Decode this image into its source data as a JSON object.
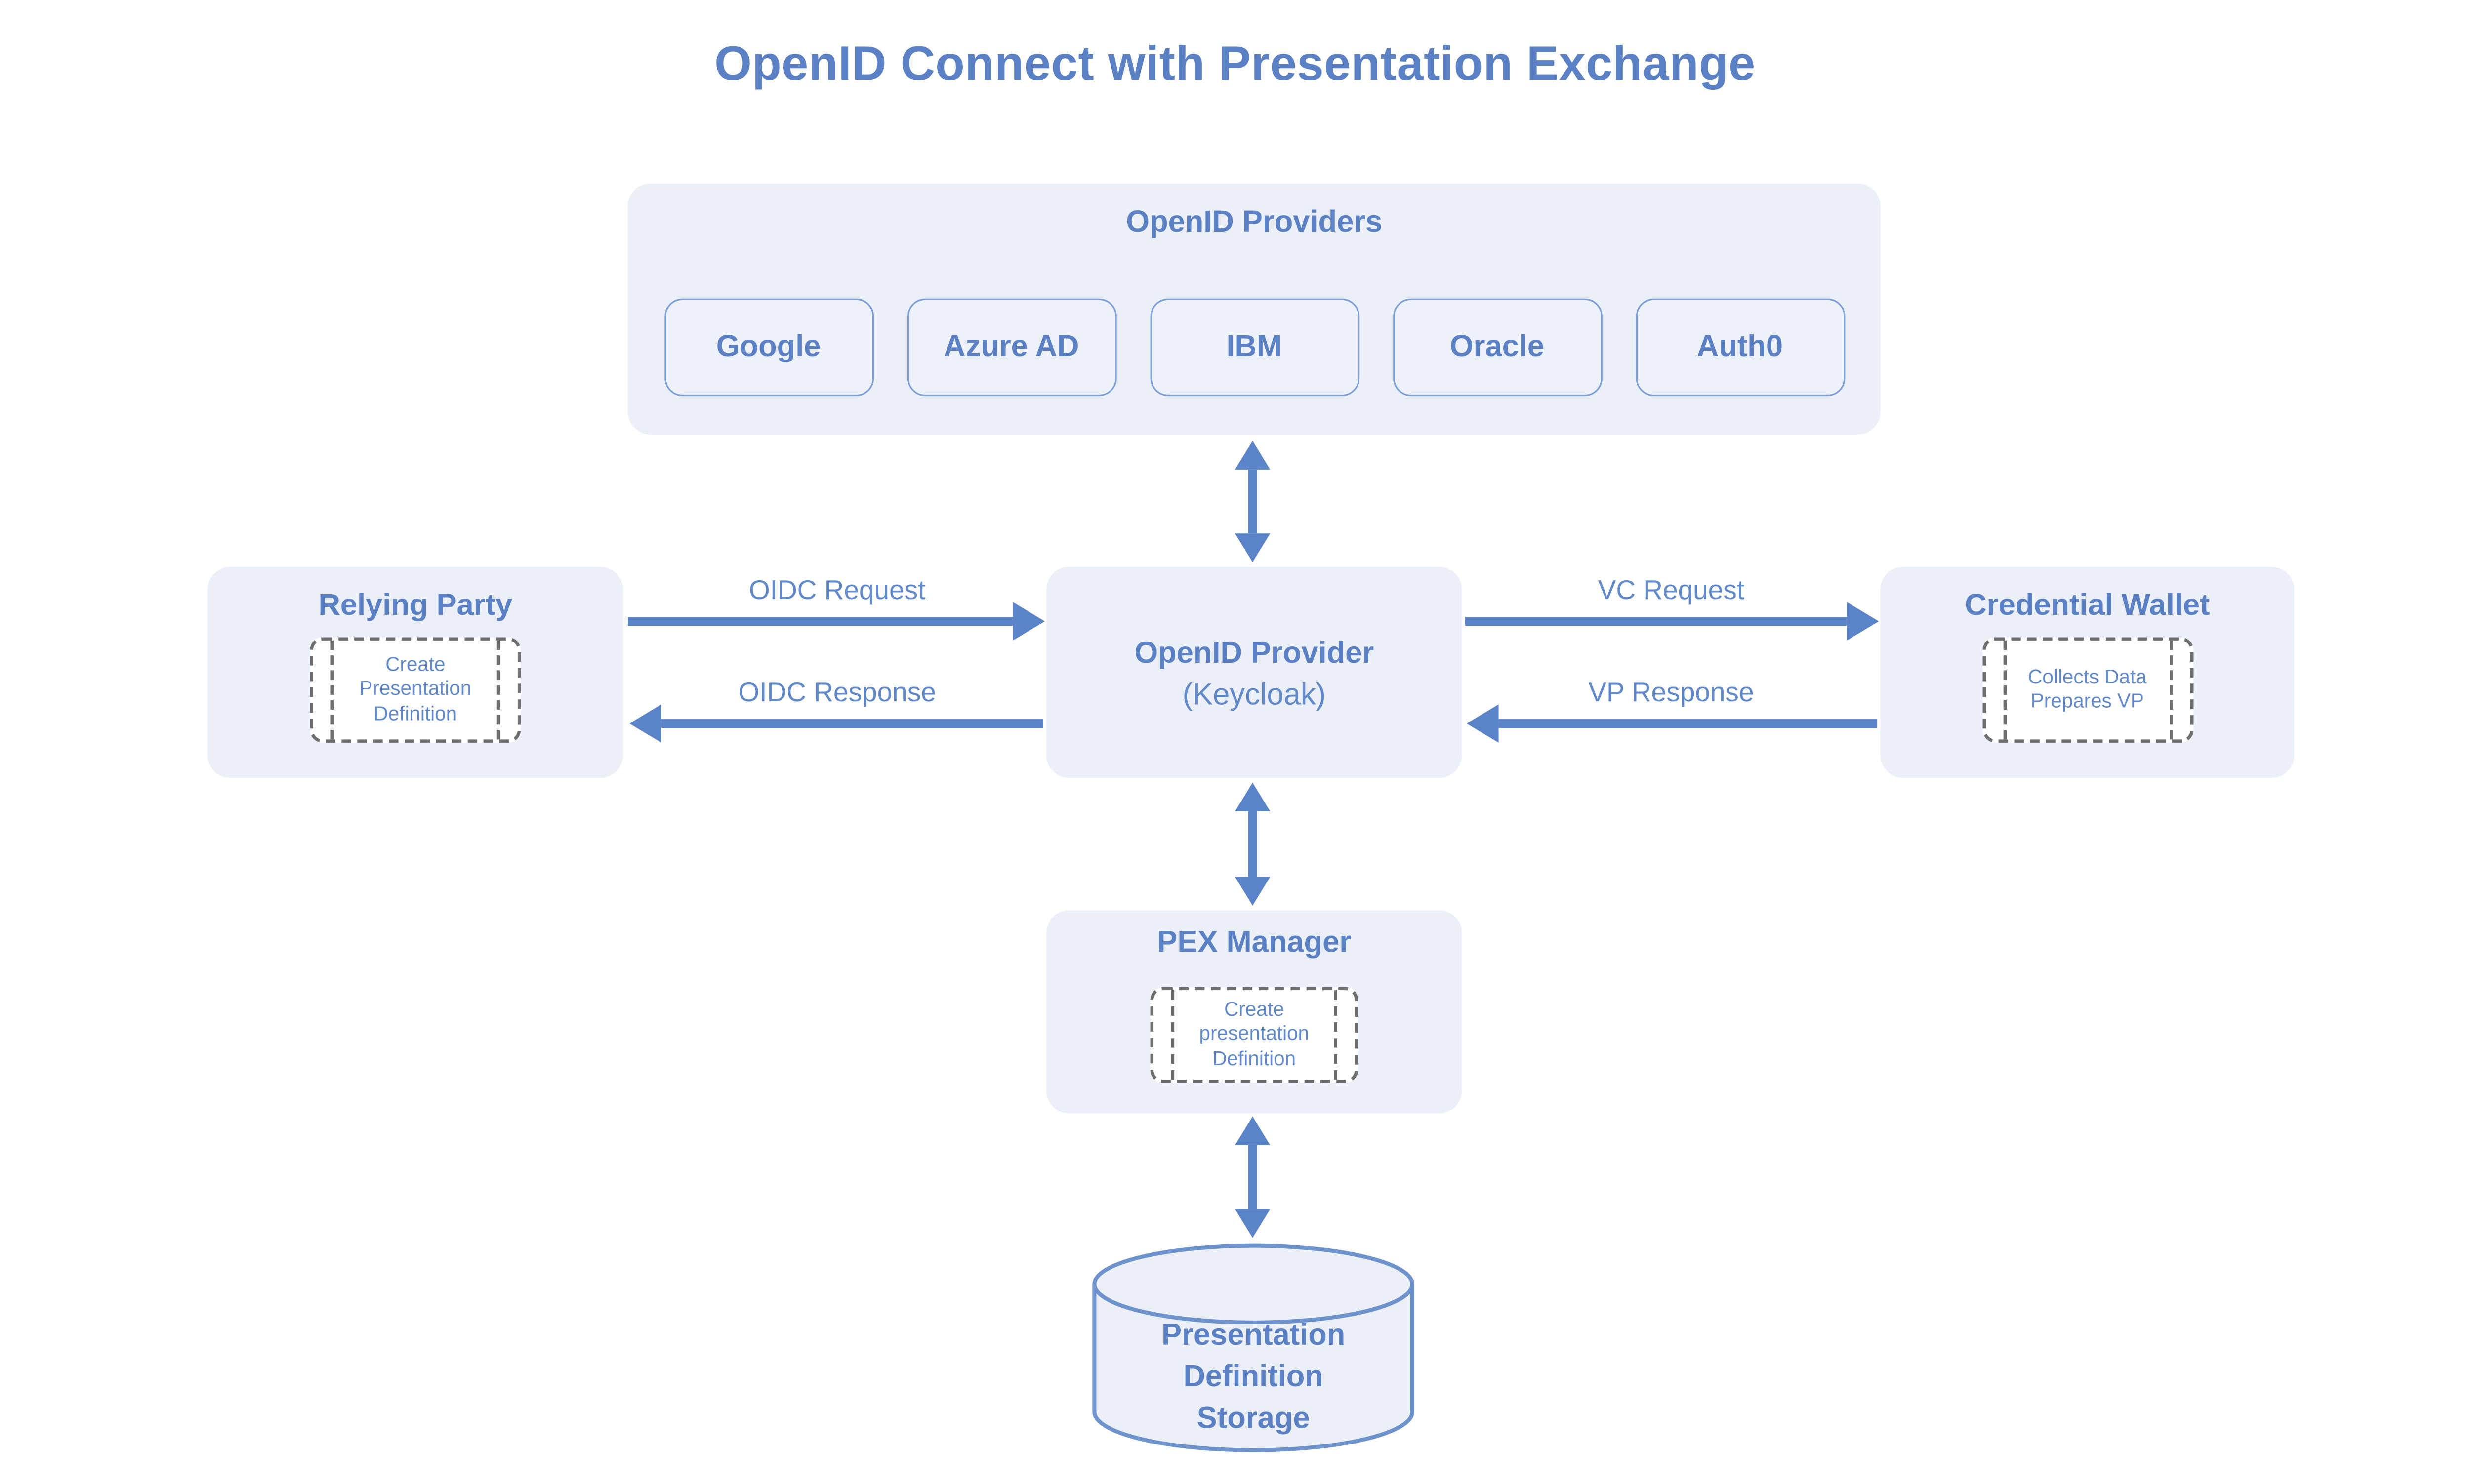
{
  "title": "OpenID Connect with Presentation Exchange",
  "colors": {
    "background": "#ffffff",
    "box_fill": "#eaeff8",
    "button_fill": "#edf1fa",
    "button_border": "#7e9ed8",
    "title_text": "#5b81c4",
    "secondary_text": "#6189ca",
    "arrow": "#5b83c7",
    "dashed_border": "#6e6e6e",
    "cylinder_stroke": "#6d92cc"
  },
  "providers_panel": {
    "label": "OpenID Providers",
    "providers": [
      "Google",
      "Azure AD",
      "IBM",
      "Oracle",
      "Auth0"
    ]
  },
  "nodes": {
    "relying_party": {
      "title": "Relying Party",
      "process": [
        "Create",
        "Presentation",
        "Definition"
      ]
    },
    "openid_provider": {
      "title": "OpenID Provider",
      "subtitle": "(Keycloak)"
    },
    "credential_wallet": {
      "title": "Credential Wallet",
      "process": [
        "Collects Data",
        "Prepares VP"
      ]
    },
    "pex_manager": {
      "title": "PEX Manager",
      "process": [
        "Create",
        "presentation",
        "Definition"
      ]
    },
    "storage": {
      "lines": [
        "Presentation",
        "Definition",
        "Storage"
      ]
    }
  },
  "edges": {
    "oidc_request": "OIDC Request",
    "oidc_response": "OIDC Response",
    "vc_request": "VC Request",
    "vp_response": "VP Response"
  }
}
